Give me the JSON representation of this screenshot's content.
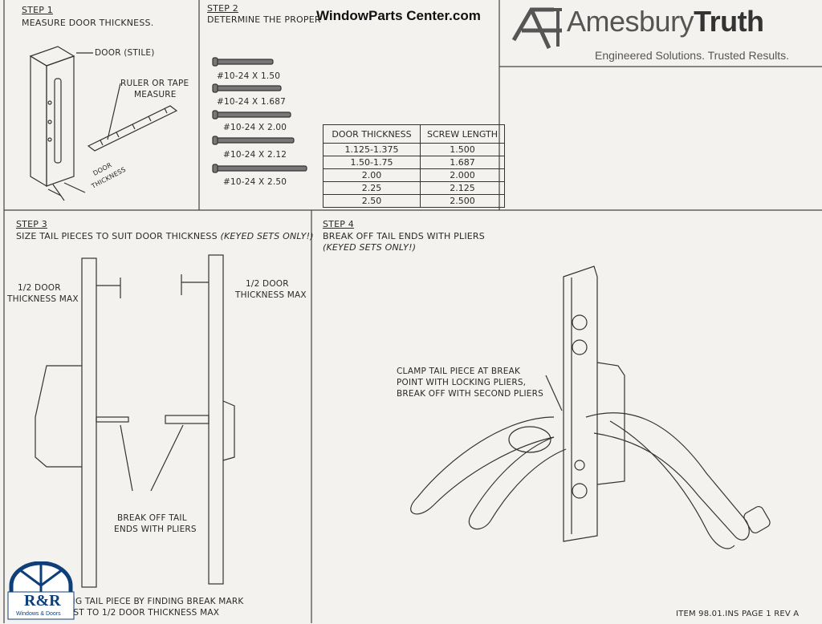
{
  "watermark": "WindowParts Center.com",
  "brand": {
    "name_light": "Amesbury",
    "name_bold": "Truth",
    "tagline": "Engineered Solutions. Trusted Results."
  },
  "step1": {
    "title": "STEP 1",
    "text": "MEASURE DOOR THICKNESS.",
    "label_door": "DOOR (STILE)",
    "label_ruler_1": "RULER OR TAPE",
    "label_ruler_2": "MEASURE",
    "label_thickness_1": "DOOR",
    "label_thickness_2": "THICKNESS"
  },
  "step2": {
    "title": "STEP 2",
    "text": "DETERMINE THE PROPER",
    "screws": [
      "#10-24 X 1.50",
      "#10-24 X 1.687",
      "#10-24 X 2.00",
      "#10-24 X 2.12",
      "#10-24 X 2.50"
    ],
    "table": {
      "headers": [
        "DOOR THICKNESS",
        "SCREW LENGTH"
      ],
      "rows": [
        [
          "1.125-1.375",
          "1.500"
        ],
        [
          "1.50-1.75",
          "1.687"
        ],
        [
          "2.00",
          "2.000"
        ],
        [
          "2.25",
          "2.125"
        ],
        [
          "2.50",
          "2.500"
        ]
      ]
    }
  },
  "step3": {
    "title": "STEP 3",
    "text": "SIZE TAIL PIECES TO SUIT DOOR THICKNESS",
    "note": "(KEYED SETS ONLY!)",
    "left_label_1": "1/2 DOOR",
    "left_label_2": "THICKNESS MAX",
    "right_label_1": "1/2 DOOR",
    "right_label_2": "THICKNESS MAX",
    "break_1": "BREAK OFF TAIL",
    "break_2": "ENDS WITH PLIERS",
    "bottom_1": "MINING TAIL PIECE BY FINDING BREAK MARK",
    "bottom_2": "CLOSEST TO 1/2 DOOR THICKNESS MAX"
  },
  "step4": {
    "title": "STEP 4",
    "text": "BREAK OFF TAIL ENDS WITH PLIERS",
    "note": "(KEYED SETS ONLY!)",
    "clamp_1": "CLAMP TAIL PIECE AT BREAK",
    "clamp_2": "POINT WITH LOCKING PLIERS,",
    "clamp_3": "BREAK OFF WITH SECOND PLIERS"
  },
  "footer": "ITEM 98.01.INS PAGE 1 REV A",
  "rr_logo": {
    "title": "R&R",
    "subtitle": "Windows & Doors"
  }
}
